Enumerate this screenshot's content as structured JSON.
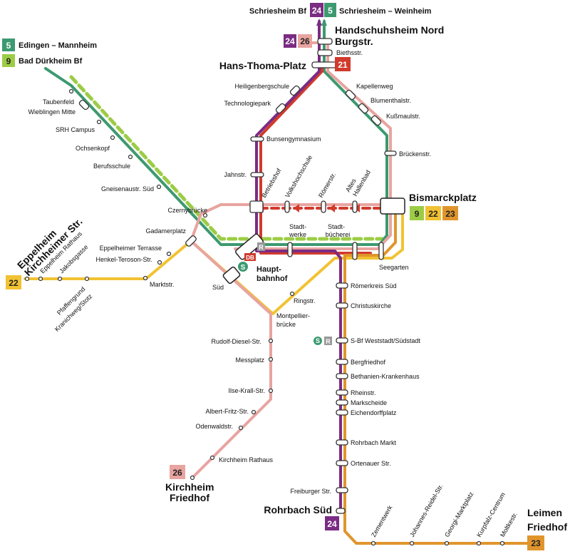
{
  "lines": {
    "l5": {
      "number": "5",
      "color": "#3d9970"
    },
    "l9": {
      "number": "9",
      "color": "#9ccc45"
    },
    "l21": {
      "number": "21",
      "color": "#d13a2c"
    },
    "l22": {
      "number": "22",
      "color": "#f1c232"
    },
    "l23": {
      "number": "23",
      "color": "#e0952c"
    },
    "l24": {
      "number": "24",
      "color": "#7b2c83"
    },
    "l26": {
      "number": "26",
      "color": "#e8a4a0"
    }
  },
  "legend": {
    "l5_dest": "Edingen – Mannheim",
    "l9_dest": "Bad Dürkheim Bf"
  },
  "top": {
    "schriesheim_bf": "Schriesheim Bf",
    "schriesheim_weinheim": "Schriesheim – Weinheim"
  },
  "termini": {
    "handschuhsheim_nord": "Handschuhsheim Nord",
    "hans_thoma_platz": "Hans-Thoma-Platz",
    "bismarckplatz": "Bismarckplatz",
    "eppelheim_1": "Eppelheim",
    "eppelheim_2": "Kirchheimer Str.",
    "kirchheim_1": "Kirchheim",
    "kirchheim_2": "Friedhof",
    "rohrbach_sued": "Rohrbach Süd",
    "leimen_1": "Leimen",
    "leimen_2": "Friedhof",
    "hauptbahnhof_1": "Haupt-",
    "hauptbahnhof_2": "bahnhof"
  },
  "stations": {
    "burgstr": "Burgstr.",
    "biethsstr": "Biethsstr.",
    "heiligenbergschule": "Heiligenbergschule",
    "technologiepark": "Technologiepark",
    "bunsengymnasium": "Bunsengymnasium",
    "jahnstr": "Jahnstr.",
    "kapellenweg": "Kapellenweg",
    "blumenthalstr": "Blumenthalstr.",
    "kussmaulstr": "Kußmaulstr.",
    "brueckenstr": "Brückenstr.",
    "taubenfeld": "Taubenfeld",
    "wieblingen_mitte": "Wieblingen Mitte",
    "srh_campus": "SRH Campus",
    "ochsenkopf": "Ochsenkopf",
    "berufsschule": "Berufsschule",
    "gneisenaustr": "Gneisenaustr. Süd",
    "czernybruecke": "Czernybrücke",
    "gadamerplatz": "Gadamerplatz",
    "epp_terrasse": "Eppelheimer Terrasse",
    "henkel": "Henkel-Teroson-Str.",
    "marktstr": "Marktstr.",
    "epp_rathaus": "Eppelheim Rathaus",
    "jakobsgasse": "Jakobsgasse",
    "pfaffengrund_1": "Pfaffengrund",
    "pfaffengrund_2": "Kranichweg/Stotz",
    "betriebshof": "Betriebshof",
    "vhs": "Volkshochschule",
    "roemerstr": "Römerstr.",
    "altes_hallenbad_1": "Altes",
    "altes_hallenbad_2": "Hallenbad",
    "stadtwerke_1": "Stadt-",
    "stadtwerke_2": "werke",
    "stadtbuecherei_1": "Stadt-",
    "stadtbuecherei_2": "bücherei",
    "seegarten": "Seegarten",
    "sued": "Süd",
    "ringstr": "Ringstr.",
    "montpellier_1": "Montpellier-",
    "montpellier_2": "brücke",
    "rudolf_diesel": "Rudolf-Diesel-Str.",
    "messplatz": "Messplatz",
    "ilse_krall": "Ilse-Krall-Str.",
    "albert_fritz": "Albert-Fritz-Str.",
    "odenwaldstr": "Odenwaldstr.",
    "kirchheim_rathaus": "Kirchheim Rathaus",
    "roemerkreis": "Römerkreis Süd",
    "christuskirche": "Christuskirche",
    "weststadt": "S-Bf Weststadt/Südstadt",
    "bergfriedhof": "Bergfriedhof",
    "bethanien": "Bethanien-Krankenhaus",
    "rheinstr": "Rheinstr.",
    "markscheide": "Markscheide",
    "eichendorffplatz": "Eichendorffplatz",
    "rohrbach_markt": "Rohrbach Markt",
    "ortenauer": "Ortenauer Str.",
    "freiburger": "Freiburger Str.",
    "zementwerk": "Zementwerk",
    "reidel": "Johannes-Reidel-Str.",
    "georgi": "Georgi-Marktplatz",
    "kurpfalz": "Kurpfalz-Centrum",
    "moltkestr": "Moltkestr."
  },
  "symbols": {
    "s_bahn": "S",
    "regional": "R",
    "db": "DB"
  }
}
